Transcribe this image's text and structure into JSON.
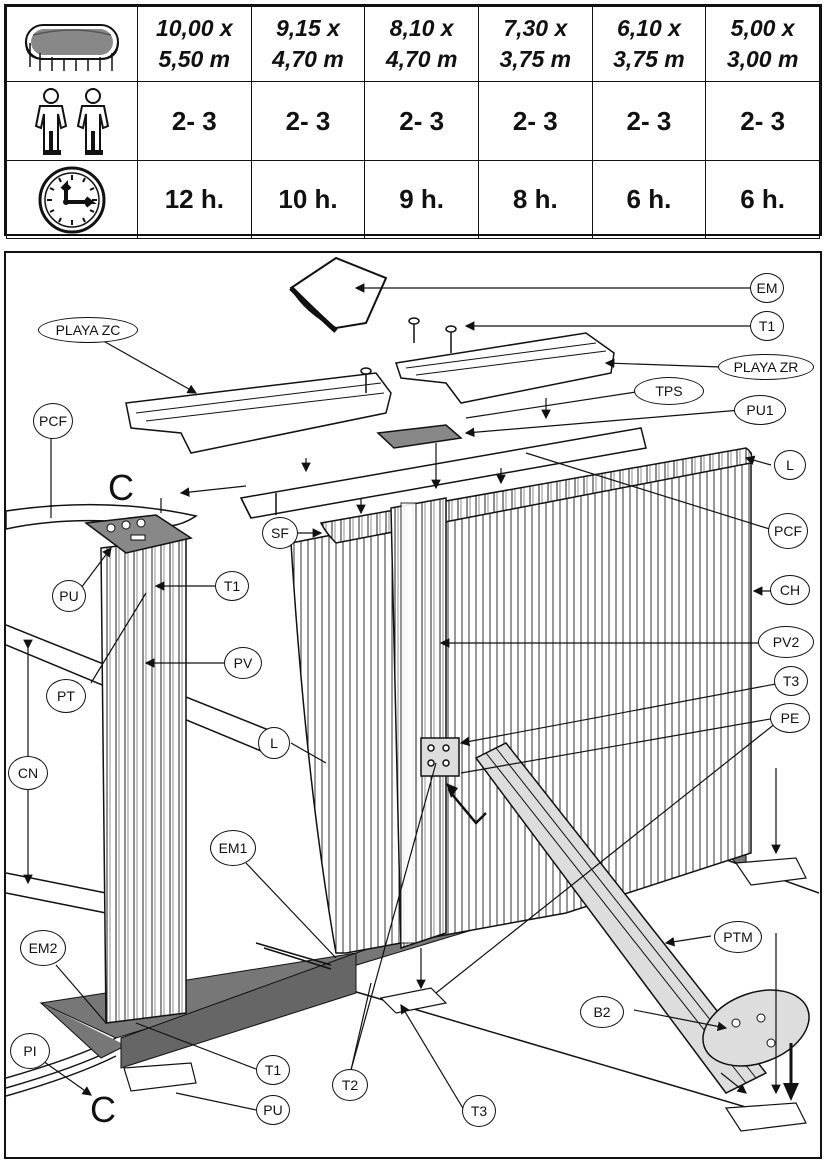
{
  "table": {
    "sizes": [
      {
        "line1": "10,00 x",
        "line2": "5,50 m"
      },
      {
        "line1": "9,15 x",
        "line2": "4,70 m"
      },
      {
        "line1": "8,10 x",
        "line2": "4,70 m"
      },
      {
        "line1": "7,30 x",
        "line2": "3,75 m"
      },
      {
        "line1": "6,10 x",
        "line2": "3,75 m"
      },
      {
        "line1": "5,00 x",
        "line2": "3,00 m"
      }
    ],
    "people": [
      "2- 3",
      "2- 3",
      "2- 3",
      "2- 3",
      "2- 3",
      "2- 3"
    ],
    "hours": [
      "12 h.",
      "10 h.",
      "9 h.",
      "8 h.",
      "6 h.",
      "6 h."
    ]
  },
  "diagram": {
    "labels": {
      "em": "EM",
      "t1_top": "T1",
      "playa_zc": "PLAYA ZC",
      "playa_zr": "PLAYA ZR",
      "tps": "TPS",
      "pu1": "PU1",
      "pcf_left": "PCF",
      "l_top": "L",
      "c_top": "C",
      "sf": "SF",
      "pcf_right": "PCF",
      "pu_top": "PU",
      "t1_mid": "T1",
      "ch": "CH",
      "pv": "PV",
      "pt": "PT",
      "pv2": "PV2",
      "t3_top": "T3",
      "pe": "PE",
      "l_mid": "L",
      "cn": "CN",
      "em1": "EM1",
      "ptm": "PTM",
      "em2": "EM2",
      "b2": "B2",
      "pi": "PI",
      "t1_bottom": "T1",
      "t2": "T2",
      "pu_bottom": "PU",
      "t3_bottom": "T3",
      "c_bottom": "C"
    }
  }
}
